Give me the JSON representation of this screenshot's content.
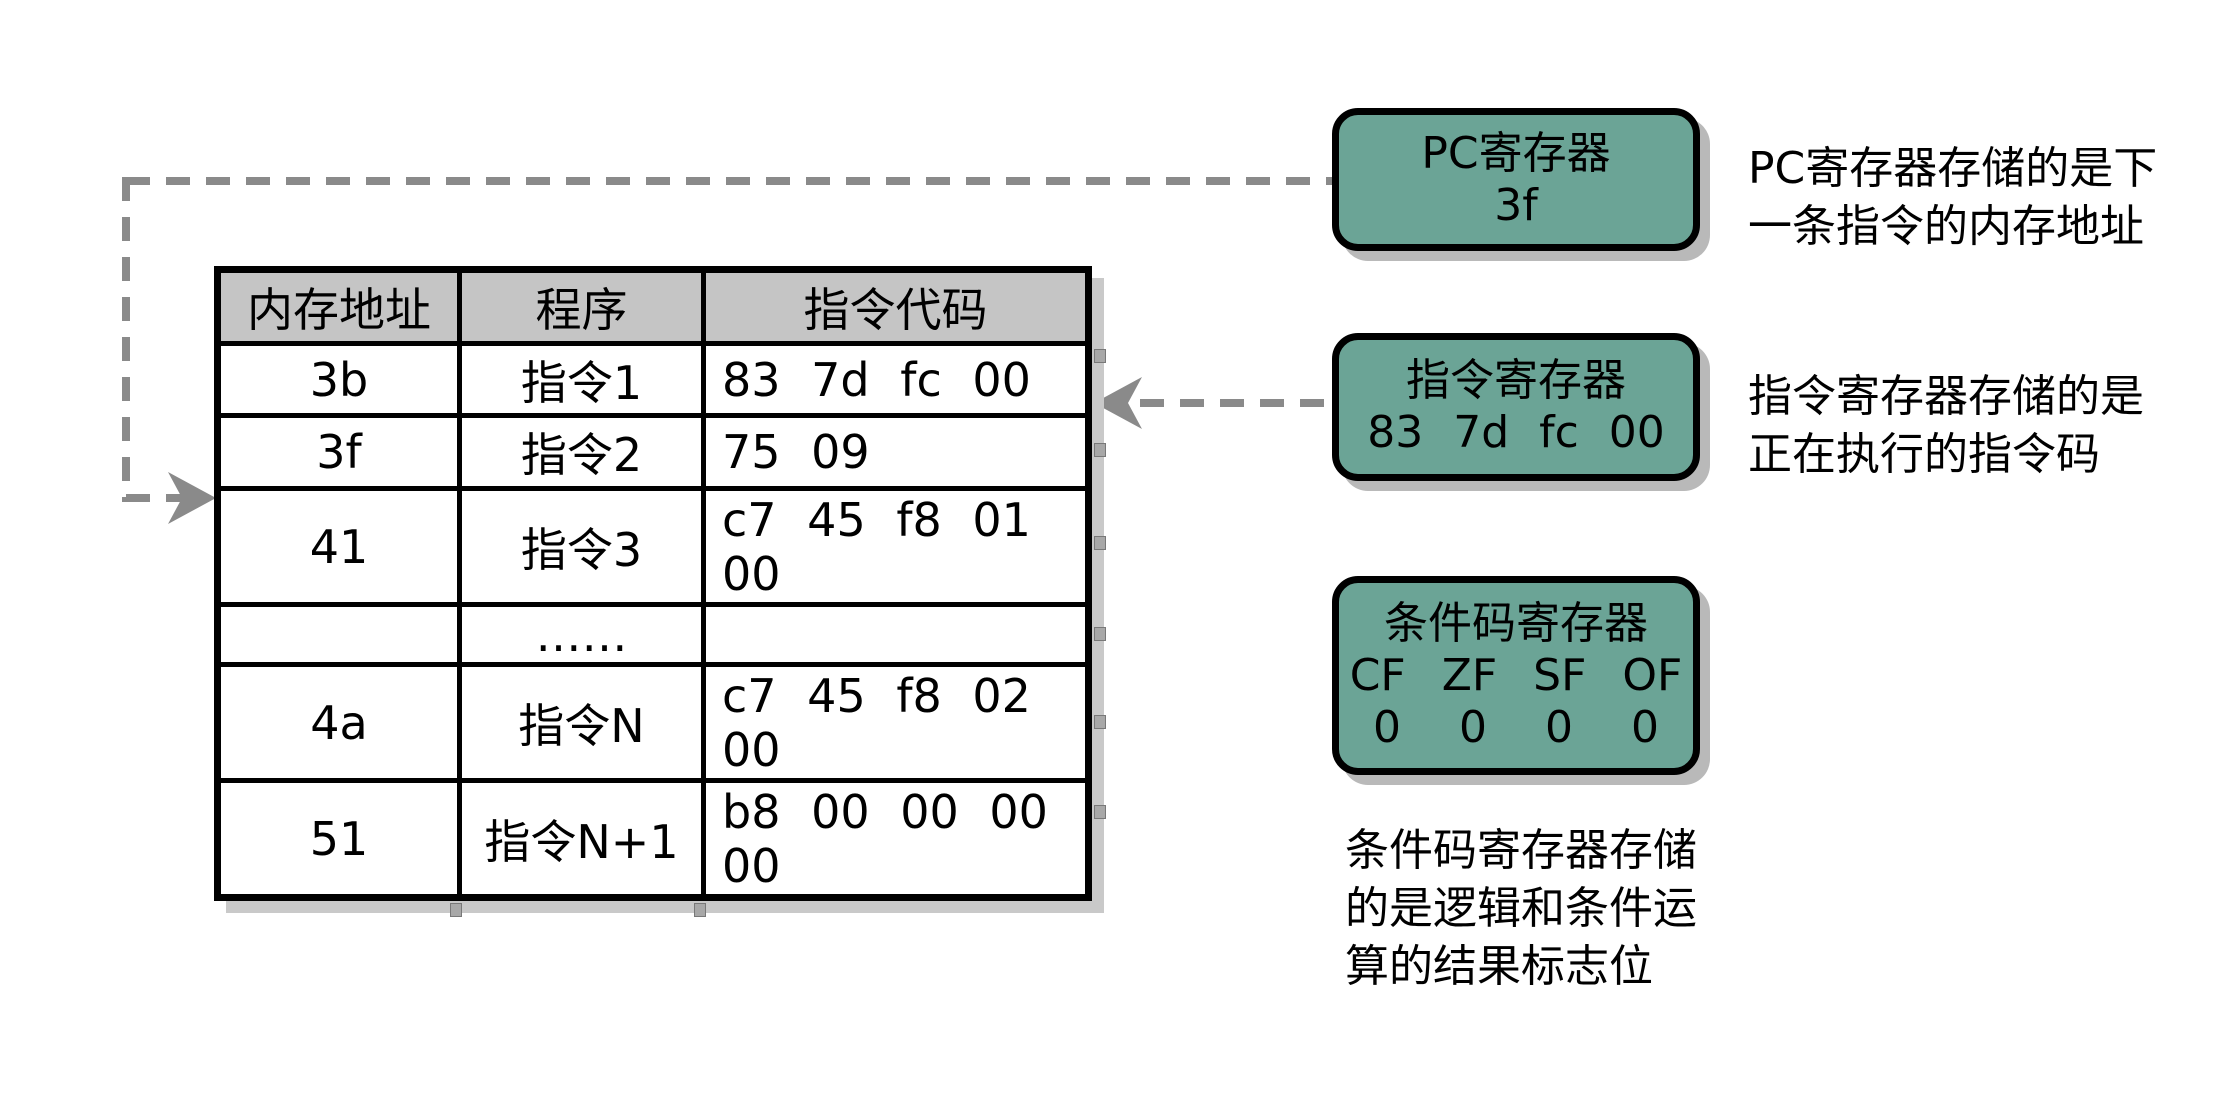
{
  "colors": {
    "register_fill": "#6ba496",
    "header_fill": "#c5c5c5",
    "connector_gray": "#8a8a8a",
    "shadow_gray": "#b9b9b9",
    "border_black": "#000000"
  },
  "memory_table": {
    "headers": [
      "内存地址",
      "程序",
      "指令代码"
    ],
    "rows": [
      {
        "addr": "3b",
        "prog": "指令1",
        "code": "83 7d fc 00"
      },
      {
        "addr": "3f",
        "prog": "指令2",
        "code": "75 09"
      },
      {
        "addr": "41",
        "prog": "指令3",
        "code": "c7 45 f8 01 00"
      },
      {
        "addr": "",
        "prog": "……",
        "code": ""
      },
      {
        "addr": "4a",
        "prog": "指令N",
        "code": "c7 45 f8 02 00"
      },
      {
        "addr": "51",
        "prog": "指令N+1",
        "code": "b8 00 00 00 00"
      }
    ]
  },
  "registers": {
    "pc": {
      "title": "PC寄存器",
      "value": "3f"
    },
    "instruction": {
      "title": "指令寄存器",
      "value": "83 7d fc 00"
    },
    "condition": {
      "title": "条件码寄存器",
      "flags": "CF ZF SF OF",
      "values": "0 0 0 0"
    }
  },
  "annotations": {
    "pc": {
      "line1": "PC寄存器存储的是下",
      "line2": "一条指令的内存地址"
    },
    "instruction": {
      "line1": "指令寄存器存储的是",
      "line2": "正在执行的指令码"
    },
    "condition": {
      "line1": "条件码寄存器存储",
      "line2": "的是逻辑和条件运",
      "line3": "算的结果标志位"
    }
  }
}
